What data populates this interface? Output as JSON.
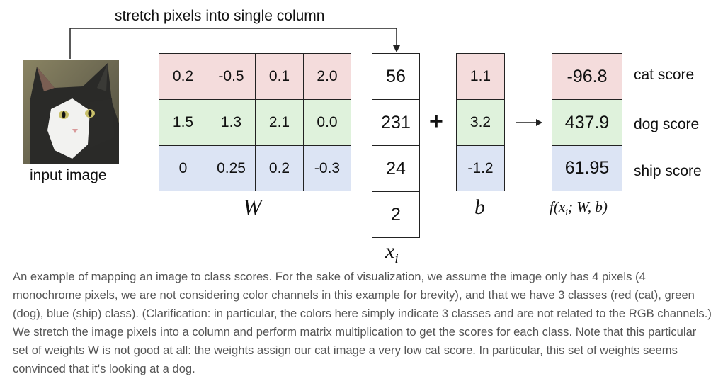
{
  "diagram": {
    "top_label": "stretch pixels into single column",
    "input_label": "input image",
    "W_label": "W",
    "x_label": "x",
    "x_sub": "i",
    "b_label": "b",
    "f_label": "f(x",
    "f_sub": "i",
    "f_rest": "; W, b)",
    "plus": "+",
    "W": [
      [
        "0.2",
        "-0.5",
        "0.1",
        "2.0"
      ],
      [
        "1.5",
        "1.3",
        "2.1",
        "0.0"
      ],
      [
        "0",
        "0.25",
        "0.2",
        "-0.3"
      ]
    ],
    "x": [
      "56",
      "231",
      "24",
      "2"
    ],
    "b": [
      "1.1",
      "3.2",
      "-1.2"
    ],
    "f": [
      "-96.8",
      "437.9",
      "61.95"
    ],
    "score_labels": [
      "cat score",
      "dog score",
      "ship score"
    ],
    "row_colors": [
      "#f4dcdc",
      "#dff2dc",
      "#dce4f4"
    ]
  },
  "caption": "An example of mapping an image to class scores. For the sake of visualization, we assume the image only has 4 pixels (4 monochrome pixels, we are not considering color channels in this example for brevity), and that we have 3 classes (red (cat), green (dog), blue (ship) class). (Clarification: in particular, the colors here simply indicate 3 classes and are not related to the RGB channels.) We stretch the image pixels into a column and perform matrix multiplication to get the scores for each class. Note that this particular set of weights W is not good at all: the weights assign our cat image a very low cat score. In particular, this set of weights seems convinced that it's looking at a dog."
}
